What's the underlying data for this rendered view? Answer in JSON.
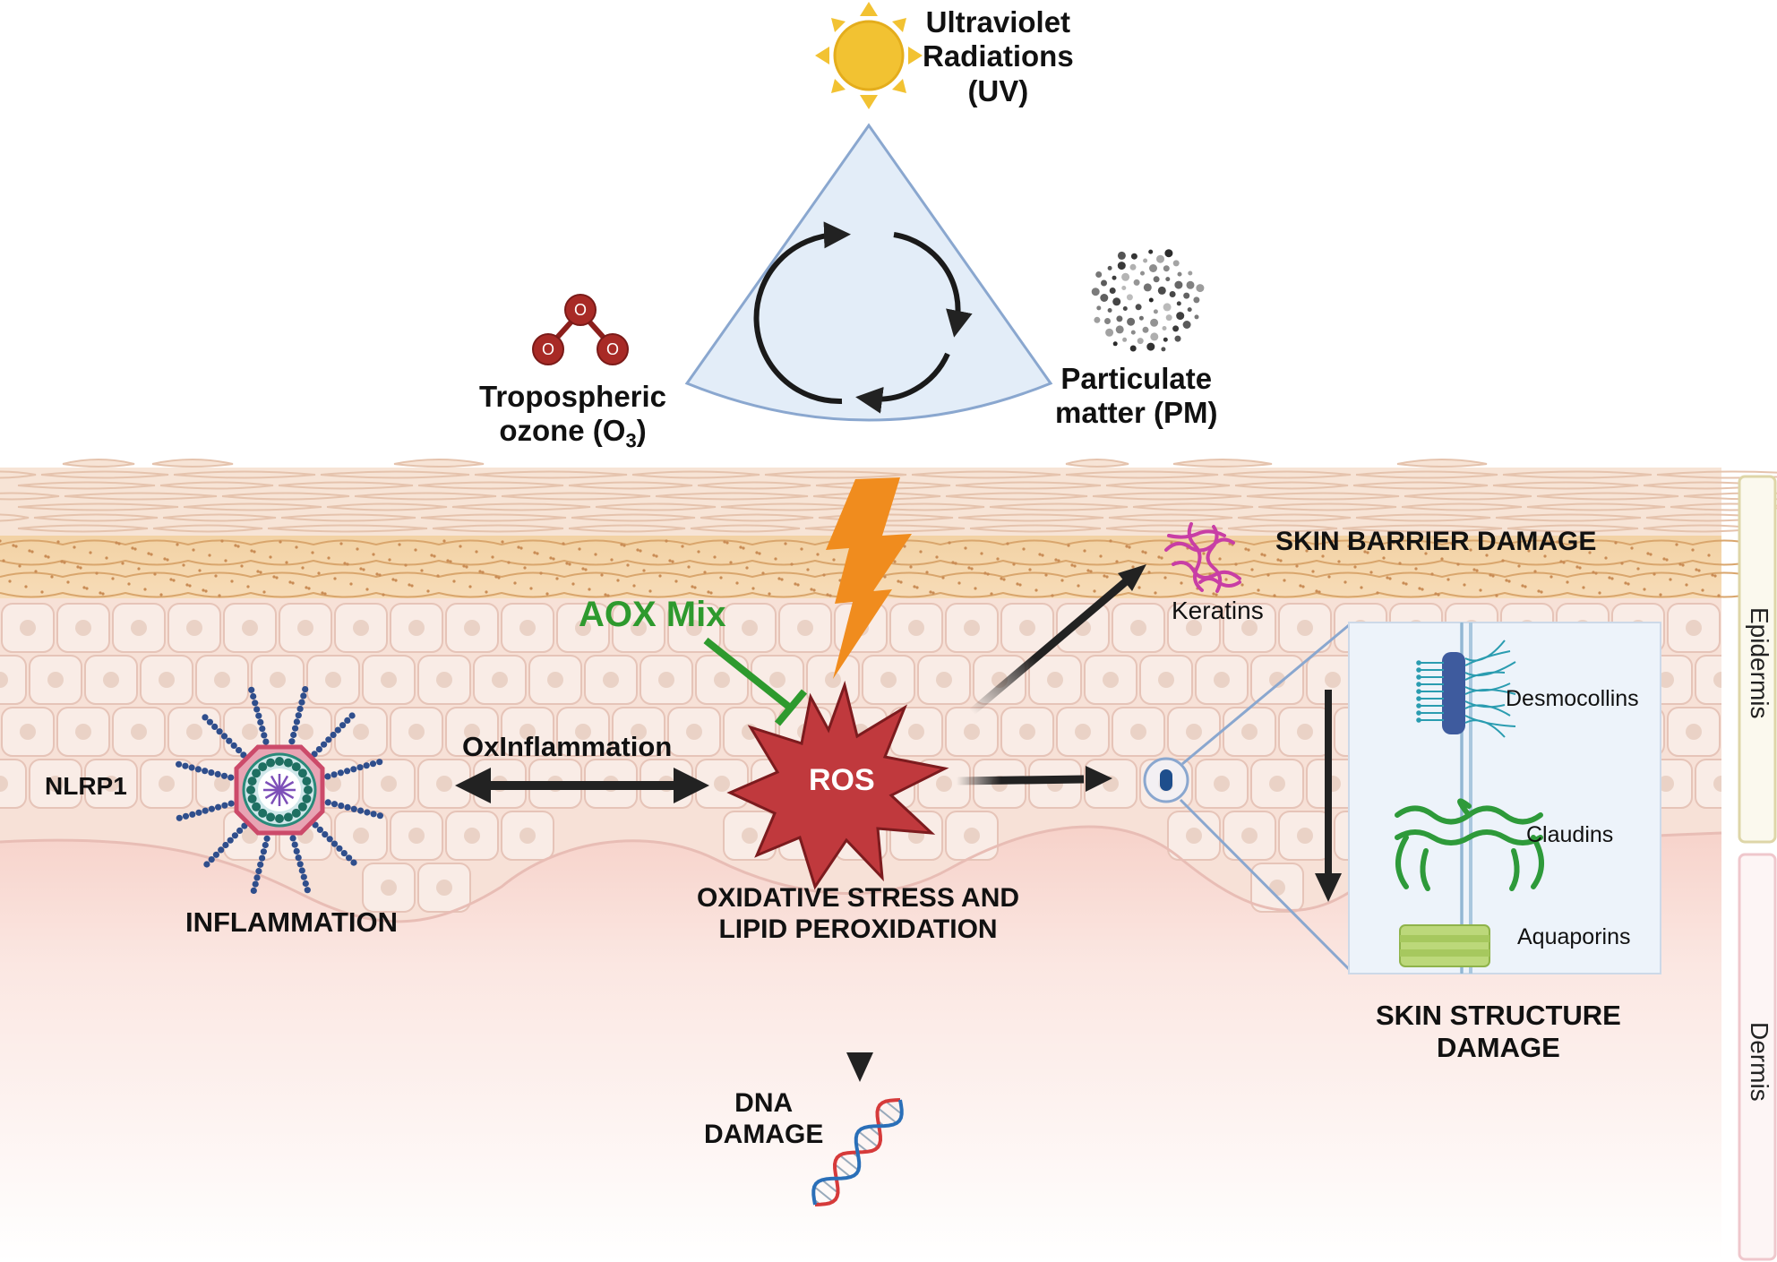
{
  "sources": {
    "uv": [
      "Ultraviolet",
      "Radiations",
      "(UV)"
    ],
    "ozone": [
      "Tropospheric",
      "ozone (O",
      "3",
      ")"
    ],
    "pm": [
      "Particulate",
      "matter (PM)"
    ],
    "ozone_atom": "O"
  },
  "center": {
    "ros": "ROS",
    "aox": "AOX Mix",
    "oxidative": [
      "OXIDATIVE STRESS AND",
      "LIPID PEROXIDATION"
    ]
  },
  "inflammation": {
    "oxinflammation": "OxInflammation",
    "nlrp1": "NLRP1",
    "title": "INFLAMMATION"
  },
  "dna": [
    "DNA",
    "DAMAGE"
  ],
  "barrier": {
    "title": "SKIN BARRIER DAMAGE",
    "keratins": "Keratins"
  },
  "structure": {
    "title": [
      "SKIN STRUCTURE",
      "DAMAGE"
    ],
    "desmocollins": "Desmocollins",
    "claudins": "Claudins",
    "aquaporins": "Aquaporins"
  },
  "layers": {
    "epidermis": "Epidermis",
    "dermis": "Dermis"
  },
  "colors": {
    "aox_green": "#2e9a2e",
    "ros_red": "#c0393d",
    "lightning_orange": "#f08c1e",
    "sun_yellow": "#f2c232",
    "ozone_red": "#a82a26",
    "cone_fill": "#e3edf8",
    "cone_stroke": "#8aa7cf",
    "epidermis_frame": "#ded6a8",
    "dermis_frame": "#efc7cc"
  }
}
